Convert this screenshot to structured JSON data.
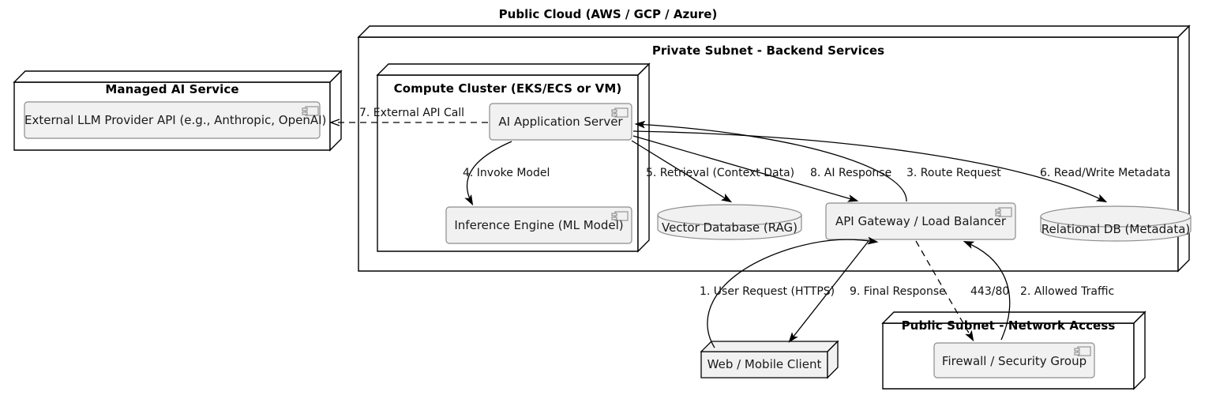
{
  "diagram": {
    "title": "Public Cloud (AWS / GCP / Azure)",
    "style": {
      "stroke": "#000000",
      "component_fill": "#f1f1f1",
      "component_stroke": "#8c8c8c",
      "node_fill": "#f1f1f1",
      "background": "#ffffff"
    }
  },
  "containers": {
    "managed_ai_service": {
      "title": "Managed AI Service"
    },
    "private_subnet": {
      "title": "Private Subnet - Backend Services"
    },
    "compute_cluster": {
      "title": "Compute Cluster (EKS/ECS or VM)"
    },
    "public_subnet": {
      "title": "Public Subnet - Network Access"
    }
  },
  "components": {
    "external_llm": {
      "label": "External LLM Provider API (e.g., Anthropic, OpenAI)",
      "icon": "component-icon"
    },
    "ai_app_server": {
      "label": "AI Application Server",
      "icon": "component-icon"
    },
    "inference_engine": {
      "label": "Inference Engine (ML Model)",
      "icon": "component-icon"
    },
    "api_gateway": {
      "label": "API Gateway / Load Balancer",
      "icon": "component-icon"
    },
    "firewall": {
      "label": "Firewall / Security Group",
      "icon": "component-icon"
    }
  },
  "databases": {
    "vector_db": {
      "label": "Vector Database (RAG)",
      "shape": "cylinder"
    },
    "relational_db": {
      "label": "Relational DB (Metadata)",
      "shape": "cylinder"
    }
  },
  "nodes": {
    "web_client": {
      "label": "Web / Mobile Client",
      "shape": "node-3d"
    }
  },
  "edges": [
    {
      "id": "e1",
      "label": "1. User Request (HTTPS)",
      "from": "web_client",
      "to": "api_gateway",
      "style": "solid"
    },
    {
      "id": "e2",
      "label": "2. Allowed Traffic",
      "from": "firewall",
      "to": "api_gateway",
      "style": "solid"
    },
    {
      "id": "e3",
      "label": "3. Route Request",
      "from": "api_gateway",
      "to": "ai_app_server",
      "style": "solid"
    },
    {
      "id": "e4",
      "label": "4. Invoke Model",
      "from": "ai_app_server",
      "to": "inference_engine",
      "style": "solid"
    },
    {
      "id": "e5",
      "label": "5. Retrieval (Context Data)",
      "from": "ai_app_server",
      "to": "vector_db",
      "style": "solid"
    },
    {
      "id": "e6",
      "label": "6. Read/Write Metadata",
      "from": "ai_app_server",
      "to": "relational_db",
      "style": "solid"
    },
    {
      "id": "e7",
      "label": "7. External API Call",
      "from": "ai_app_server",
      "to": "external_llm",
      "style": "dashed"
    },
    {
      "id": "e8",
      "label": "8. AI Response",
      "from": "ai_app_server",
      "to": "api_gateway",
      "style": "solid"
    },
    {
      "id": "e9",
      "label": "9. Final Response",
      "from": "api_gateway",
      "to": "web_client",
      "style": "solid"
    },
    {
      "id": "e10",
      "label": "443/80",
      "from": "api_gateway",
      "to": "firewall",
      "style": "dashed"
    }
  ]
}
